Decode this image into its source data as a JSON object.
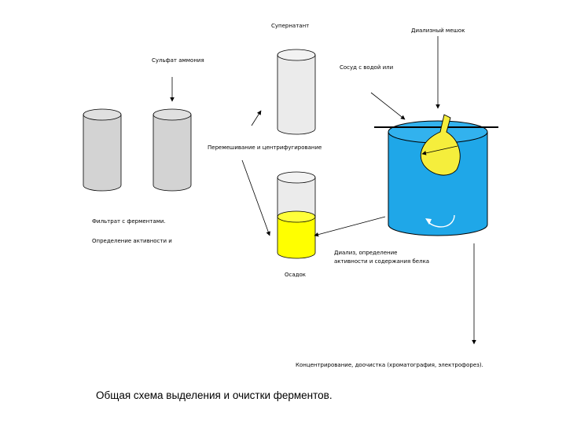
{
  "labels": {
    "supernatant": "Супернатант",
    "dialysis_bag": "Диализный мешок",
    "ammonium_sulfate": "Сульфат аммония",
    "vessel_with_water": "Сосуд с водой или",
    "mixing_centrifugation": "Перемешивание и центрифугирование",
    "filtrate": "Фильтрат  с ферментами.",
    "activity_determination": "Определение активности  и",
    "dialysis_line1": "Диализ, определение",
    "dialysis_line2": "активности  и содержания белка",
    "precipitate": "Осадок",
    "concentration": "Концентрирование, доочистка (хроматография, электрофорез)."
  },
  "caption": "Общая схема выделения и очистки ферментов.",
  "colors": {
    "cylinder_gray": "#d3d3d3",
    "cylinder_light": "#ebebeb",
    "liquid_yellow": "#ffff00",
    "bag_yellow": "#f5ee3c",
    "water_blue": "#1fa7e8",
    "outline": "#000000"
  }
}
